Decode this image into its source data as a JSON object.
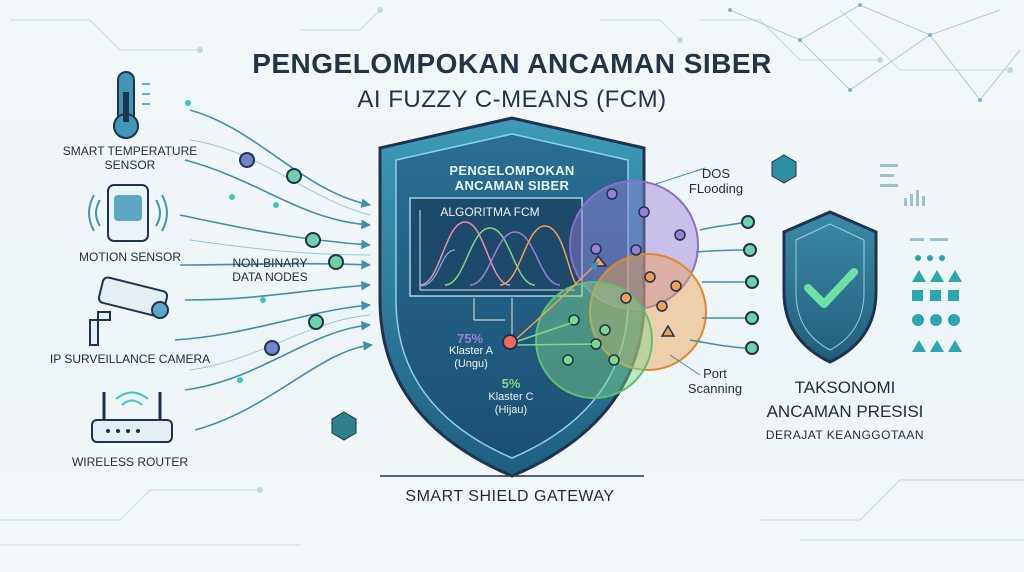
{
  "title": {
    "line1": "PENGELOMPOKAN ANCAMAN SIBER",
    "line2": "AI FUZZY C-MEANS (FCM)"
  },
  "devices": [
    {
      "label_line1": "SMART TEMPERATURE",
      "label_line2": "SENSOR",
      "icon": "thermometer-icon"
    },
    {
      "label_line1": "MOTION SENSOR",
      "label_line2": "",
      "icon": "motion-sensor-icon"
    },
    {
      "label_line1": "IP SURVEILLANCE CAMERA",
      "label_line2": "",
      "icon": "camera-icon"
    },
    {
      "label_line1": "WIRELESS ROUTER",
      "label_line2": "",
      "icon": "router-icon"
    }
  ],
  "nodes_label": {
    "line1": "NON-BINARY",
    "line2": "DATA NODES"
  },
  "shield": {
    "title_line1": "PENGELOMPOKAN",
    "title_line2": "ANCAMAN SIBER",
    "algo": "ALGORITMA FCM",
    "cluster_a_pct": "75%",
    "cluster_a_line1": "Klaster A",
    "cluster_a_line2": "(Ungu)",
    "cluster_c_pct": "5%",
    "cluster_c_line1": "Klaster C",
    "cluster_c_line2": "(Hijau)"
  },
  "clusters": {
    "dos_line1": "DOS",
    "dos_line2": "FLooding",
    "port_line1": "Port",
    "port_line2": "Scanning"
  },
  "gateway": "SMART SHIELD GATEWAY",
  "taxonomy": {
    "line1": "TAKSONOMI",
    "line2": "ANCAMAN PRESISI",
    "sub": "DERAJAT KEANGGOTAAN"
  },
  "colors": {
    "purple": "#9a7fd6",
    "orange": "#f0a050",
    "green": "#7fd68a",
    "teal": "#2aa7b0",
    "shield": "#2f7f9c"
  }
}
